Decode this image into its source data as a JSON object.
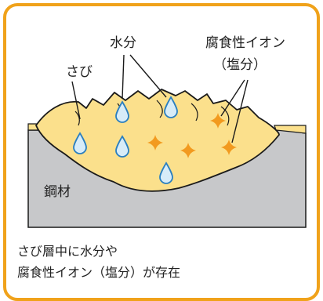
{
  "colors": {
    "border": "#f0a21a",
    "rust": "#fbe08c",
    "rust_edge": "#1a1a1a",
    "steel": "#c7c8ca",
    "water_fill": "#d7ecf8",
    "water_stroke": "#2a7fc0",
    "ion": "#f29a1f"
  },
  "labels": {
    "rust": "さび",
    "water": "水分",
    "ion_line1": "腐食性イオン",
    "ion_line2": "（塩分）",
    "steel": "鋼材"
  },
  "caption": {
    "line1": "さび層中に水分や",
    "line2": "腐食性イオン（塩分）が存在"
  }
}
